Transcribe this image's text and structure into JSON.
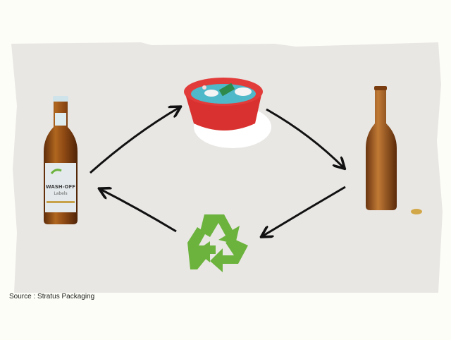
{
  "diagram": {
    "label_brand": "WASH-OFF",
    "label_sub": "Labels",
    "colors": {
      "paper": "#e9e7e4",
      "background": "#fdfdf7",
      "amber": "#8a4a16",
      "basin_red": "#d8312f",
      "recycle_green": "#6cb33e"
    }
  },
  "source": "Source : Stratus Packaging"
}
